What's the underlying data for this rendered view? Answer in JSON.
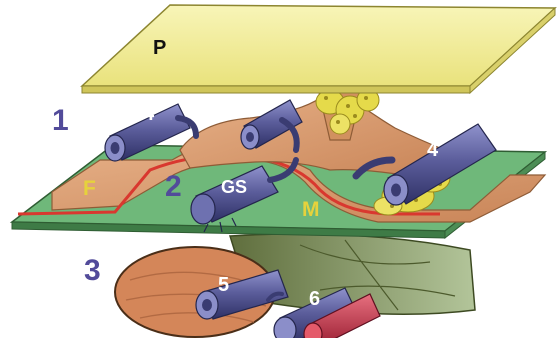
{
  "labels": {
    "plate_top": "P",
    "region_one": "1",
    "region_two": "2",
    "region_three": "3",
    "tube_four_left": "4",
    "tube_four_right": "4",
    "tube_five": "5",
    "tube_six": "6",
    "layer_f": "F",
    "layer_m": "M",
    "gs": "GS"
  },
  "colors": {
    "plate_yellow": "#f2ee9a",
    "tissue_tan": "#d99b70",
    "green_layer": "#6fb87a",
    "red_line": "#d9382f",
    "tube_blue": "#5c5e9c",
    "cluster_yellow": "#e5da4a",
    "label_purple": "#524b9a",
    "red_vessel": "#c8364a"
  }
}
